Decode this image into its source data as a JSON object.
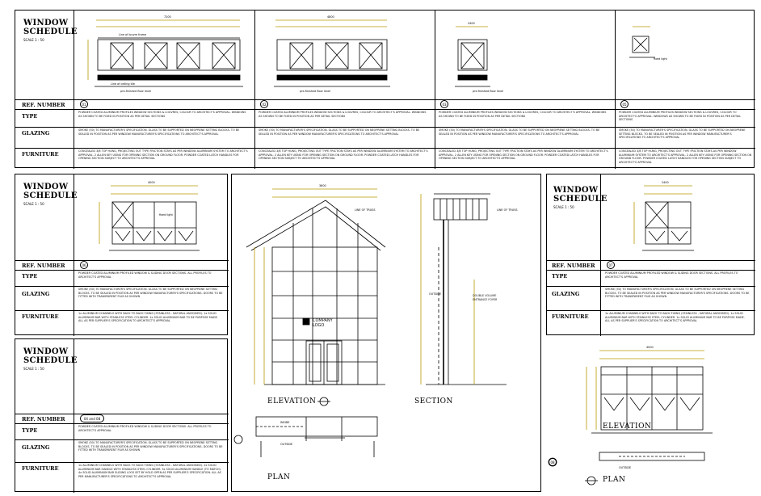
{
  "schedule_title": [
    "WINDOW",
    "SCHEDULE"
  ],
  "scale": "SCALE 1 : 50",
  "rows": {
    "ref": "REF. NUMBER",
    "type": "TYPE",
    "glazing": "GLAZING",
    "furniture": "FURNITURE"
  },
  "refs": [
    "01",
    "02",
    "03",
    "05",
    "06",
    "07",
    "04 and 08",
    "08"
  ],
  "dims": {
    "w1": "7200",
    "w2": "4800",
    "w3": "2400",
    "w4": "4000",
    "w5": "3600",
    "w6": "2400",
    "w7": "4000"
  },
  "notes": {
    "window_line_1": "Line of louvre frame",
    "window_line_2": "Line of ceiling tile",
    "floor_line": "pre-finished floor level",
    "fixed_light": "fixed light",
    "line_of_truss": "LINE OF TRUSS",
    "outside": "OUTSIDE",
    "inside": "INSIDE",
    "double_volume": [
      "DOUBLE VOLUME",
      "ENTRANCE FOYER"
    ],
    "company_logo": [
      "COMPANY",
      "LOGO"
    ]
  },
  "spec": {
    "type_a": "POWDER COATED ALUMINIUM PROFILES WINDOW SECTIONS & LOUVRES, COLOUR TO ARCHITECT'S APPROVAL. WINDOWS AS SHOWN TO BE FIXED IN POSITION AS PER DETAIL SECTIONS",
    "glazing_a": "SMOKE (50) TO MANUFACTURER'S SPECIFICATION. GLASS TO BE SUPPORTED ON NEOPRENE SETTING BLOCKS. TO BE SEALED IN POSITION AS PER WINDOW MANUFACTURER'S SPECIFICATIONS TO ARCHITECT'S APPROVAL",
    "furniture_a": "CONCEALED 3/8 TOP HUNG, PROJECTING OUT TYPE FRICTION STAYS AS PER WINDOW ALUMINIUM SYSTEM TO ARCHITECT'S APPROVAL. 2 ALLEN KEY USING FOR OPENING SECTION ON GROUND FLOOR. POWDER COATED LATCH HANDLES FOR OPENING SECTION SUBJECT TO ARCHITECT'S APPROVAL",
    "type_b": "POWDER COATED ALUMINIUM PROFILED WINDOW & SLIDING DOOR SECTIONS. ALL PROFILES TO ARCHITECT'S APPROVAL",
    "glazing_b": "SMOKE (50) TO MANUFACTURER'S SPECIFICATION. GLASS TO BE SUPPORTED ON NEOPRENE SETTING BLOCKS. TO BE SEALED IN POSITION AS PER WINDOW MANUFACTURER'S SPECIFICATIONS. DOORS TO BE FITTED WITH TRANSPARENT FILM AS SHOWN",
    "furniture_b": "1x ALUMINIUM CHANNELS WITH BACK TO BACK FIXING (STAINLESS - NATURAL ANODISED). 1x SOLID ALUMINIUM BAR WITH STAINLESS STEEL CYLINDER. 1x SOLID ALUMINIUM BAR TO BE PURPOSE MADE. ALL AS PER SUPPLIER'S SPECIFICATION TO ARCHITECT'S APPROVAL",
    "furniture_c": "1x ALUMINIUM CHANNELS WITH BACK TO BACK FIXING (STAINLESS - NATURAL ANODISED). 2x SOLID ALUMINIUM BAR HANDLE WITH STAINLESS STEEL CYLINDER. 3x SOLID ALUMINIUM HANDLE (TO MATCH). 4x SOLID ALUMINIUM BAR SLIDING LOCK SET BY HOLD OPEN AS PER SUPPLIER'S SPECIFICATION. ALL AS PER MANUFACTURER'S SPECIFICATIONS TO ARCHITECT'S APPROVAL"
  },
  "labels": {
    "elevation": "ELEVATION",
    "section": "SECTION",
    "plan": "PLAN"
  }
}
